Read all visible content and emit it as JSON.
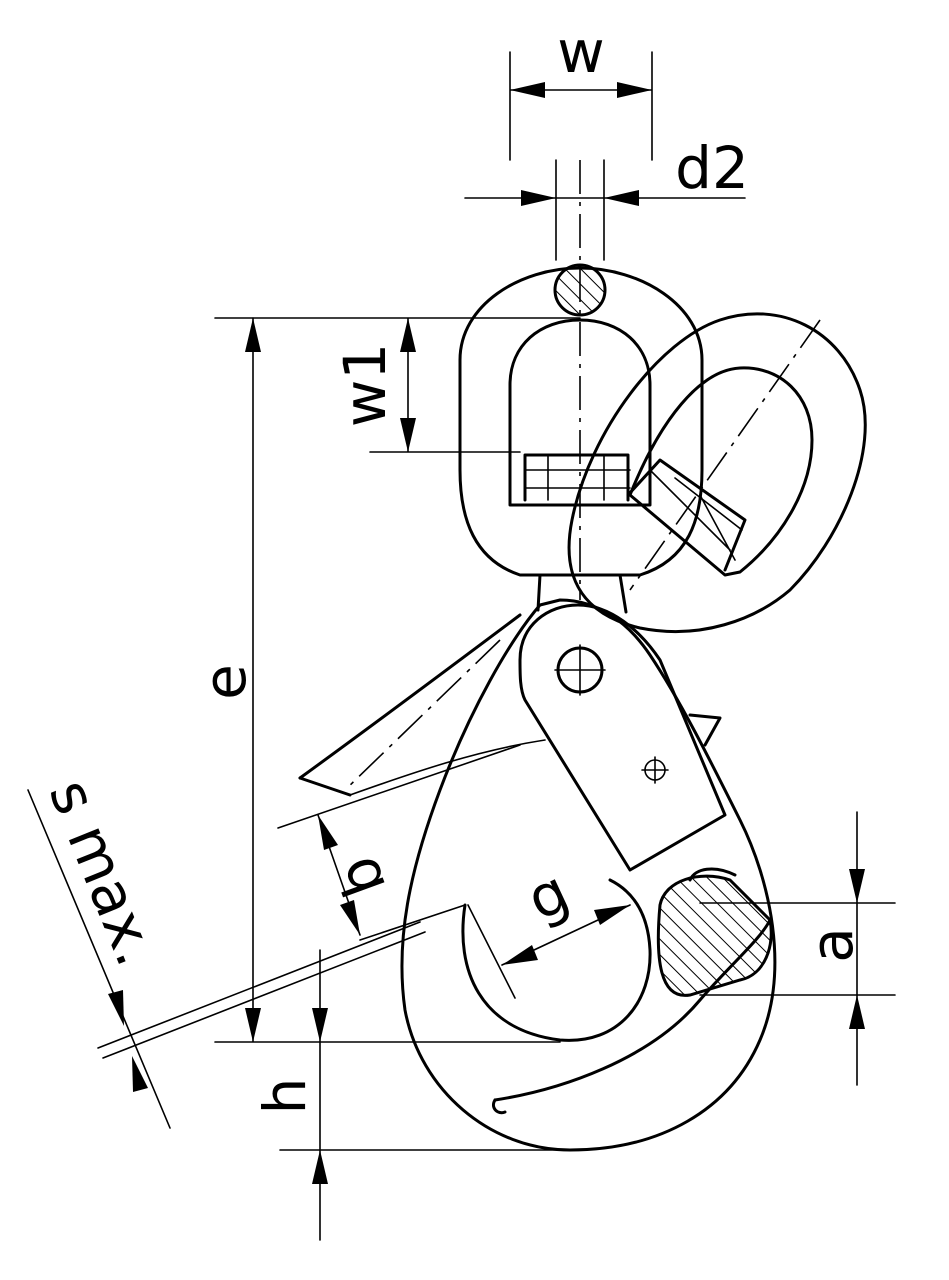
{
  "colors": {
    "ink": "#000000",
    "paper": "#ffffff"
  },
  "dimensions": {
    "w": "w",
    "d2": "d2",
    "w1": "w1",
    "e": "e",
    "s_max": "s max.",
    "b": "b",
    "g": "g",
    "a": "a",
    "h": "h"
  }
}
